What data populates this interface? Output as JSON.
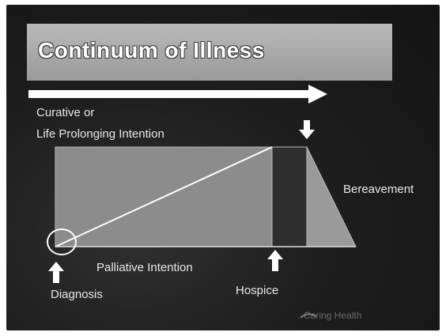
{
  "title": "Continuum of Illness",
  "labels": {
    "curative_line1": "Curative or",
    "curative_line2": "Life Prolonging Intention",
    "palliative": "Palliative Intention",
    "bereavement": "Bereavement",
    "diagnosis": "Diagnosis",
    "hospice": "Hospice"
  },
  "watermark": "Caring Health",
  "colors": {
    "background": "#1e1e1e",
    "title_bar": "#a8a8a8",
    "arrow": "#ffffff",
    "diagram_box": "#8c8c8c",
    "hospice_band": "#2e2e2e",
    "bereavement_triangle": "#9a9a9a",
    "text": "#e8e8e8"
  }
}
